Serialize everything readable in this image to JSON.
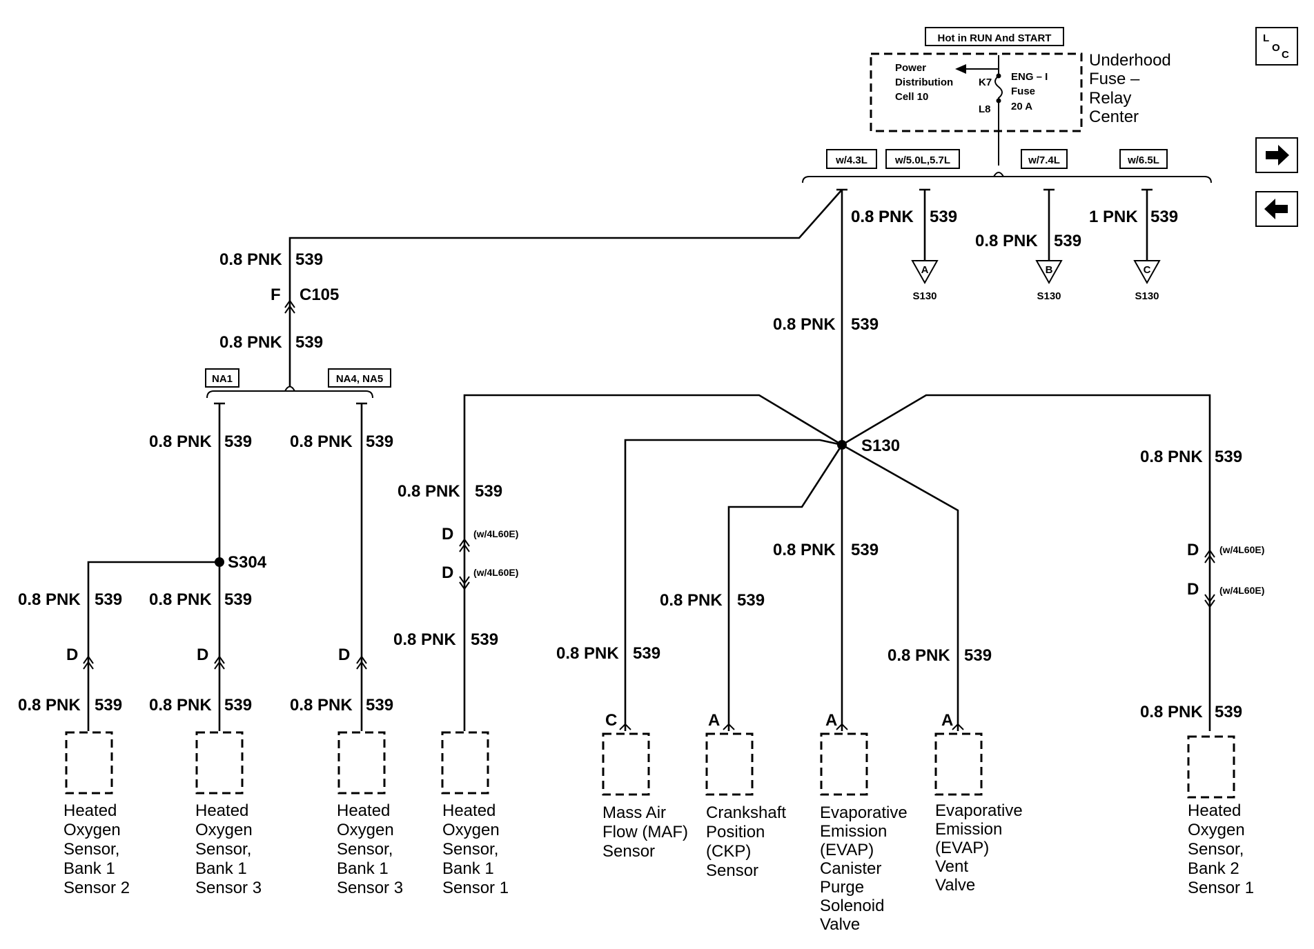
{
  "fuse_block": {
    "hot_label": "Hot in RUN And START",
    "center_name": [
      "Underhood",
      "Fuse –",
      "Relay",
      "Center"
    ],
    "pdc": [
      "Power",
      "Distribution",
      "Cell 10"
    ],
    "pin_top": "K7",
    "pin_bottom": "L8",
    "fuse": [
      "ENG – I",
      "Fuse",
      "20 A"
    ]
  },
  "nav": {
    "loc_main": "L",
    "loc_sub1": "O",
    "loc_sub2": "C"
  },
  "options": {
    "w43": "w/4.3L",
    "w50": "w/5.0L,5.7L",
    "w74": "w/7.4L",
    "w65": "w/6.5L",
    "na1": "NA1",
    "na45": "NA4, NA5"
  },
  "wire": {
    "pnk08": "0.8 PNK",
    "pnk1": "1 PNK",
    "circuit": "539"
  },
  "connectors": {
    "c105_pin": "F",
    "c105": "C105",
    "pin_d": "D",
    "pin_a": "A",
    "pin_c": "C",
    "w4l60e": "(w/4L60E)"
  },
  "splices": {
    "s130": "S130",
    "s304": "S304"
  },
  "components": {
    "ho2s_b1s2": [
      "Heated",
      "Oxygen",
      "Sensor,",
      "Bank 1",
      "Sensor 2"
    ],
    "ho2s_b1s3a": [
      "Heated",
      "Oxygen",
      "Sensor,",
      "Bank 1",
      "Sensor 3"
    ],
    "ho2s_b1s3b": [
      "Heated",
      "Oxygen",
      "Sensor,",
      "Bank 1",
      "Sensor 3"
    ],
    "ho2s_b1s1": [
      "Heated",
      "Oxygen",
      "Sensor,",
      "Bank 1",
      "Sensor 1"
    ],
    "maf": [
      "Mass Air",
      "Flow (MAF)",
      "Sensor"
    ],
    "ckp": [
      "Crankshaft",
      "Position",
      "(CKP)",
      "Sensor"
    ],
    "evap_purge": [
      "Evaporative",
      "Emission",
      "(EVAP)",
      "Canister",
      "Purge",
      "Solenoid",
      "Valve"
    ],
    "evap_vent": [
      "Evaporative",
      "Emission",
      "(EVAP)",
      "Vent",
      "Valve"
    ],
    "ho2s_b2s1": [
      "Heated",
      "Oxygen",
      "Sensor,",
      "Bank 2",
      "Sensor 1"
    ]
  }
}
